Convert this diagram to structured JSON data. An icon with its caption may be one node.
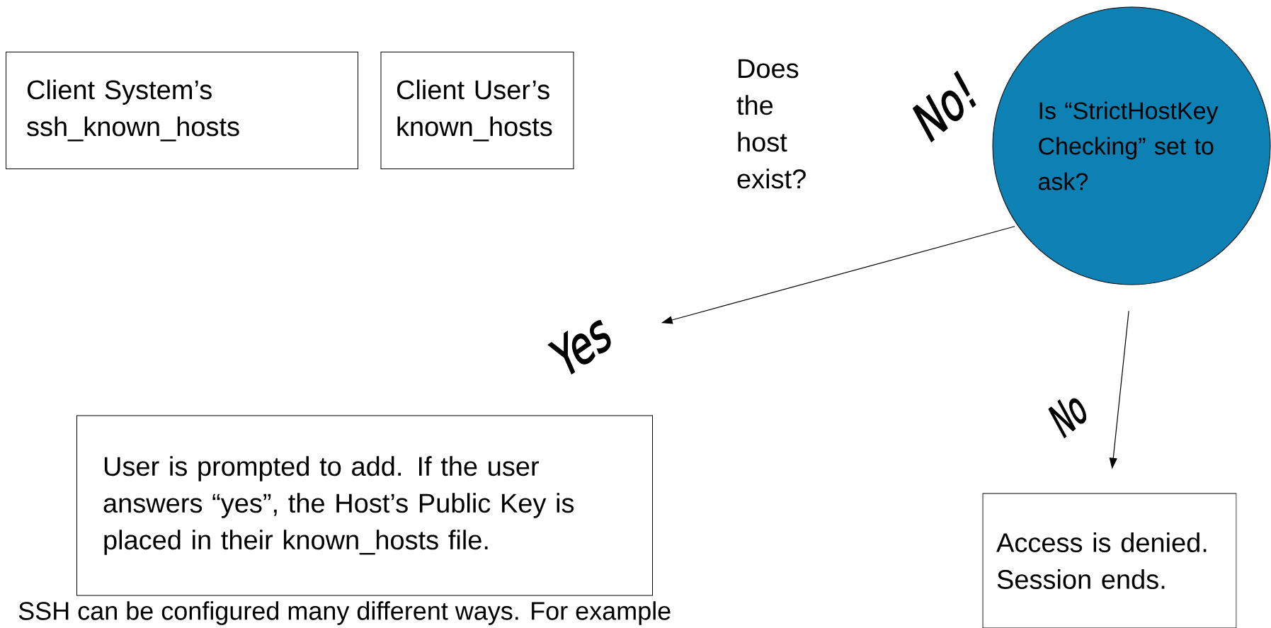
{
  "diagram": {
    "nodes": [
      {
        "text": [
          "Client System’s ssh_known_hosts"
        ]
      },
      {
        "text": [
          "Client User’s known_hosts"
        ]
      },
      {
        "text": [
          "Is “StrictHostKey Checking” set to ask?"
        ]
      },
      {
        "text": [
          "Yes"
        ]
      },
      {
        "text": [
          "User is prompted to add. If the user answers “yes”, the Host’s Public Key is placed in their known_hosts file."
        ]
      },
      {
        "text": [
          "Access is denied. Session ends."
        ]
      }
    ],
    "edges": [
      {
        "from": 2,
        "to": 3,
        "arrow": "to"
      },
      {
        "from": 2,
        "to": 5,
        "arrow": "to",
        "label": "No"
      }
    ],
    "labels": [
      "Does the host exist?",
      "No!",
      "SSH can be configured many different ways. For example"
    ]
  }
}
